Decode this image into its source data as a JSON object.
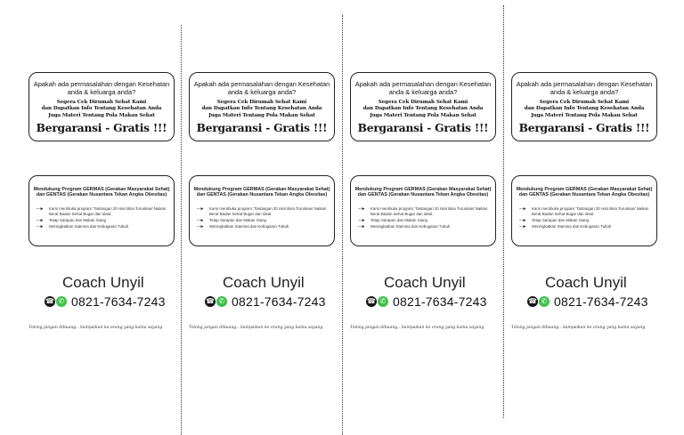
{
  "flyer": {
    "question": "Apakah ada permasalahan dengan Kesehatan anda & keluarga anda?",
    "cta_line1": "Segera Cek Dirumah Sehat Kami",
    "cta_line2": "dan Dapatkan Info Tentang Kesehatan Anda",
    "cta_line3": "Juga Materi Tentang Pola Makan Sehat",
    "guarantee": "Bergaransi - Gratis !!!",
    "program_title": "Mendukung Program GERMAS (Gerakan Masyarakat Sehat) dan GENTAS (Gerakan Nusantara Tekan Angka Obesitas)",
    "benefits": [
      "Kami membuka program 'Tantangan 20 Hari Bisa Turunkan/ Naikan Berat Badan Sehat Bugar dan Ideal.",
      "Tetap Sarapan dan Makan Siang",
      "Meningkatkan Stamina dan Kebugaran Tubuh"
    ],
    "coach_name": "Coach Unyil",
    "phone": "0821-7634-7243",
    "footer": "Tolong jangan dibuang.. Sampaikan ke orang yang kamu sayang"
  },
  "icons": {
    "call": "phone-call-icon",
    "whatsapp": "whatsapp-icon",
    "bullet": "arrow-bullet-icon"
  },
  "colors": {
    "whatsapp": "#3fbf4a",
    "ink": "#111111"
  }
}
